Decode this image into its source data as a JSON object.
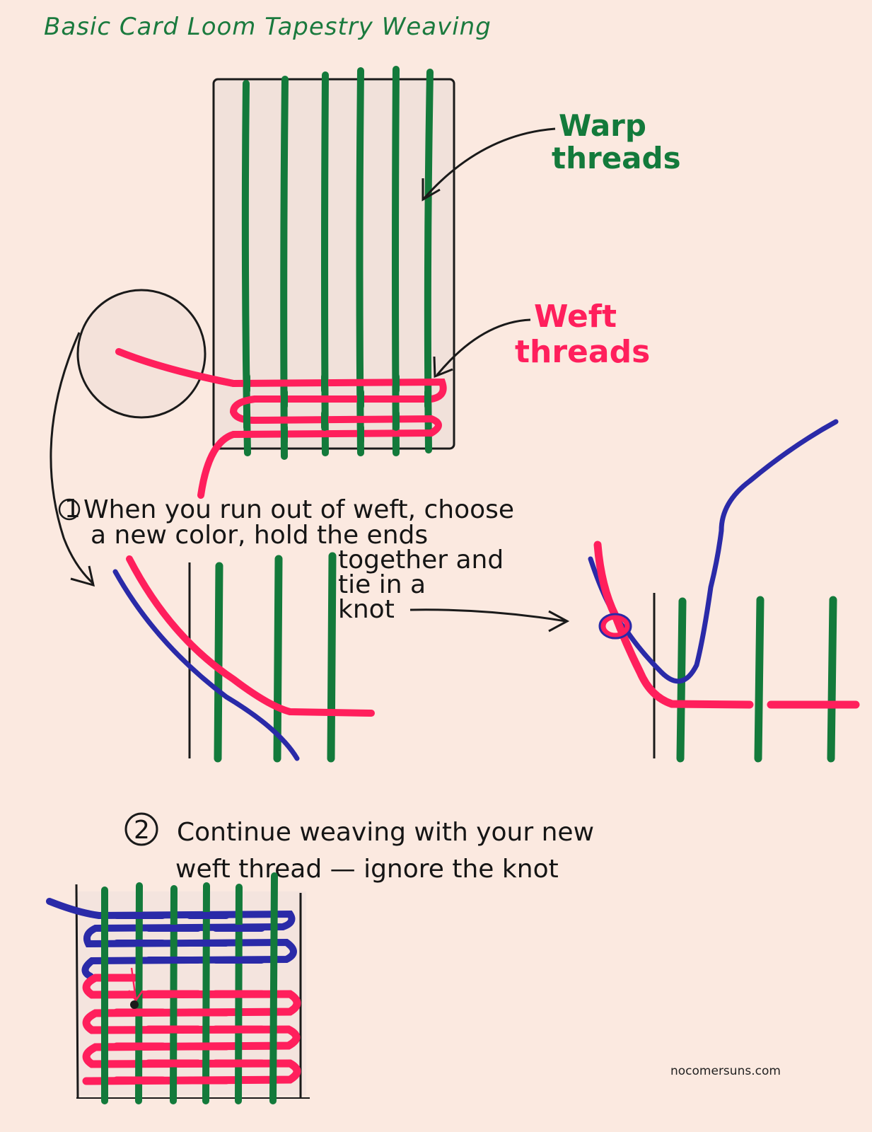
{
  "title": "Basic Card Loom Tapestry Weaving",
  "labels": {
    "warp_line1": "Warp",
    "warp_line2": "threads",
    "weft_line1": "Weft",
    "weft_line2": "threads"
  },
  "step1": {
    "number": "1",
    "lines": [
      "When you run out of weft, choose",
      "a new color, hold the ends",
      "together and",
      "tie in a",
      "knot"
    ]
  },
  "step2": {
    "number": "2",
    "lines": [
      "Continue  weaving with your new",
      "weft thread — ignore  the  knot"
    ]
  },
  "credit": "nocomersuns.com",
  "colors": {
    "background": "#fbe9e0",
    "warp": "#137a3b",
    "weft_old": "#ff1f5c",
    "weft_new": "#2a2aa8",
    "ink": "#1a1a1a",
    "card": "#f1e1da"
  }
}
